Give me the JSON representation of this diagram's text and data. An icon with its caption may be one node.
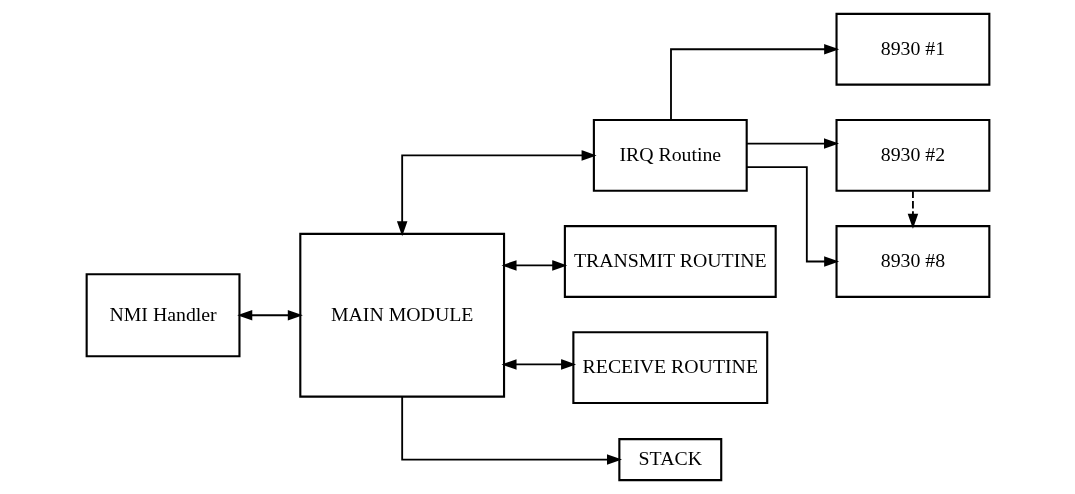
{
  "diagram": {
    "nodes": [
      {
        "text": [
          "NMI Handler"
        ]
      },
      {
        "text": [
          "MAIN MODULE"
        ]
      },
      {
        "text": [
          "IRQ Routine"
        ]
      },
      {
        "text": [
          "TRANSMIT ROUTINE"
        ]
      },
      {
        "text": [
          "RECEIVE ROUTINE"
        ]
      },
      {
        "text": [
          "STACK"
        ]
      },
      {
        "text": [
          "8930 #1"
        ]
      },
      {
        "text": [
          "8930 #2"
        ]
      },
      {
        "text": [
          "8930 #8"
        ]
      }
    ],
    "edges": [
      {
        "from": 0,
        "to": 1,
        "arrow": "both"
      },
      {
        "from": 1,
        "to": 2,
        "arrow": "both"
      },
      {
        "from": 1,
        "to": 3,
        "arrow": "both"
      },
      {
        "from": 1,
        "to": 4,
        "arrow": "both"
      },
      {
        "from": 1,
        "to": 5,
        "arrow": "to"
      },
      {
        "from": 2,
        "to": 6,
        "arrow": "to"
      },
      {
        "from": 2,
        "to": 7,
        "arrow": "to"
      },
      {
        "from": 2,
        "to": 8,
        "arrow": "to"
      },
      {
        "from": 7,
        "to": 8,
        "arrow": "to",
        "style": "dashed"
      }
    ]
  }
}
